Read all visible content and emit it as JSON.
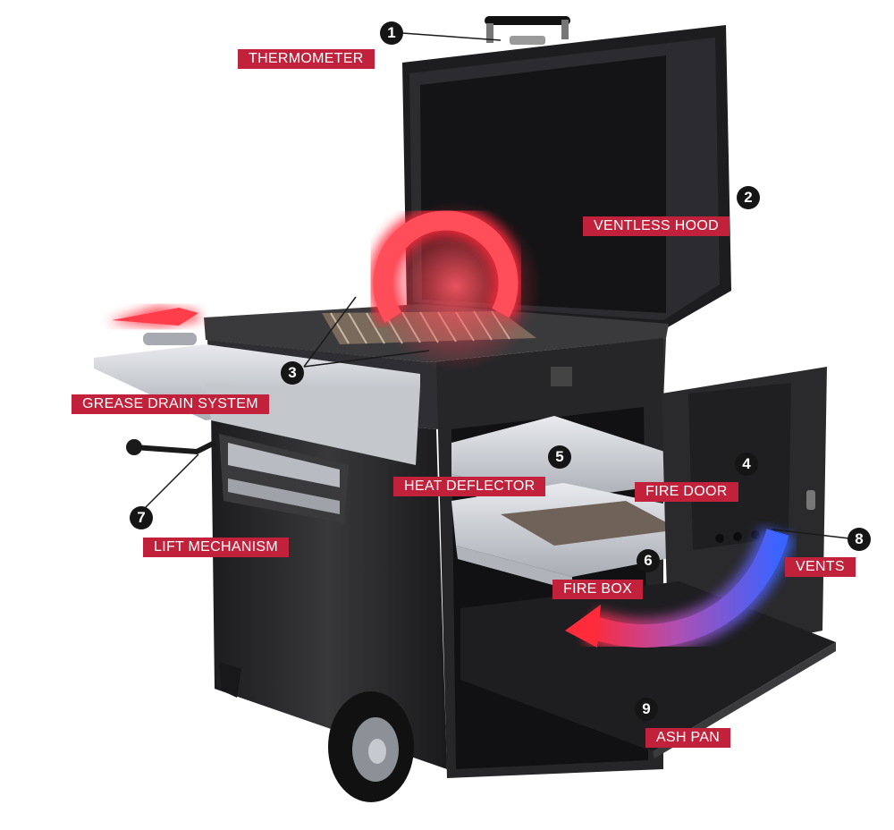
{
  "colors": {
    "label_bg": "#c1213a",
    "body": "#2a2a2c",
    "steel": "#c9ccd1",
    "heat": "#ff2a3a",
    "cool": "#3a63ff"
  },
  "callouts": [
    {
      "num": "1",
      "label": "THERMOMETER"
    },
    {
      "num": "2",
      "label": "VENTLESS HOOD"
    },
    {
      "num": "3",
      "label": "GREASE DRAIN SYSTEM"
    },
    {
      "num": "4",
      "label": "FIRE DOOR"
    },
    {
      "num": "5",
      "label": "HEAT DEFLECTOR"
    },
    {
      "num": "6",
      "label": "FIRE BOX"
    },
    {
      "num": "7",
      "label": "LIFT MECHANISM"
    },
    {
      "num": "8",
      "label": "VENTS"
    },
    {
      "num": "9",
      "label": "ASH PAN"
    }
  ]
}
